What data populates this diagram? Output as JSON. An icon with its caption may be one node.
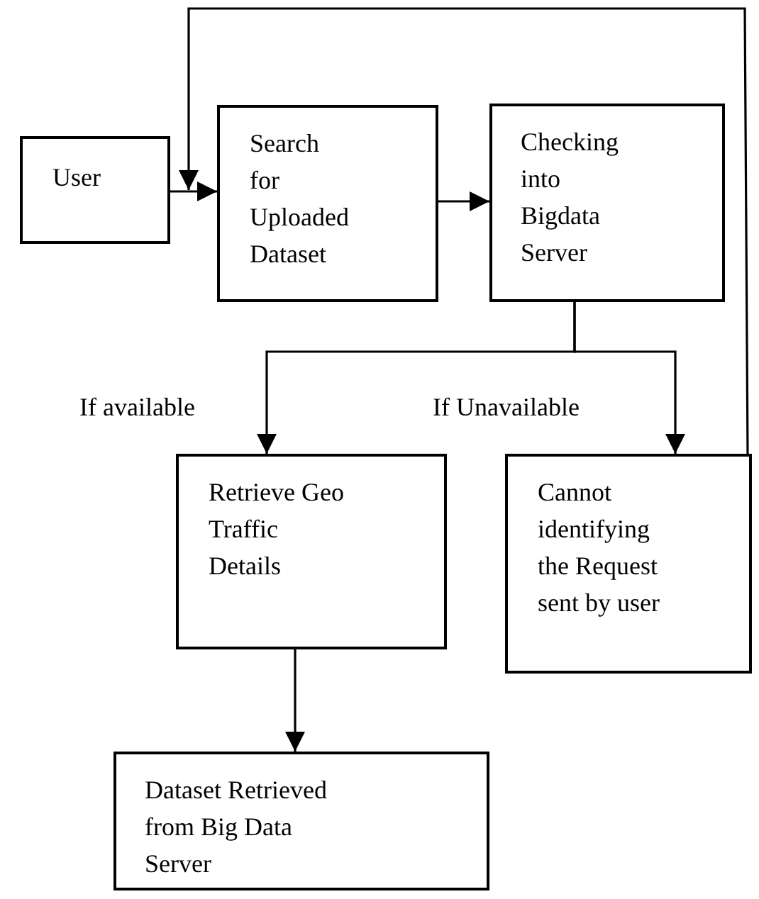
{
  "diagram": {
    "nodes": [
      {
        "text": [
          "User"
        ]
      },
      {
        "text": [
          "Search for Uploaded Dataset"
        ]
      },
      {
        "text": [
          "Checking into Bigdata Server"
        ]
      },
      {
        "text": [
          "Retrieve Geo Traffic Details"
        ]
      },
      {
        "text": [
          "Cannot identifying the Request sent by user"
        ]
      },
      {
        "text": [
          "Dataset Retrieved from Big Data Server"
        ]
      }
    ],
    "edges": [
      {
        "from": 0,
        "to": 1,
        "arrow": "to"
      },
      {
        "from": 1,
        "to": 2,
        "arrow": "to"
      },
      {
        "from": 2,
        "to": 3,
        "arrow": "to",
        "label": "If available"
      },
      {
        "from": 2,
        "to": 4,
        "arrow": "to",
        "label": "If Unavailable"
      },
      {
        "from": 4,
        "to": 1,
        "arrow": "to"
      },
      {
        "from": 3,
        "to": 5,
        "arrow": "to"
      }
    ]
  }
}
